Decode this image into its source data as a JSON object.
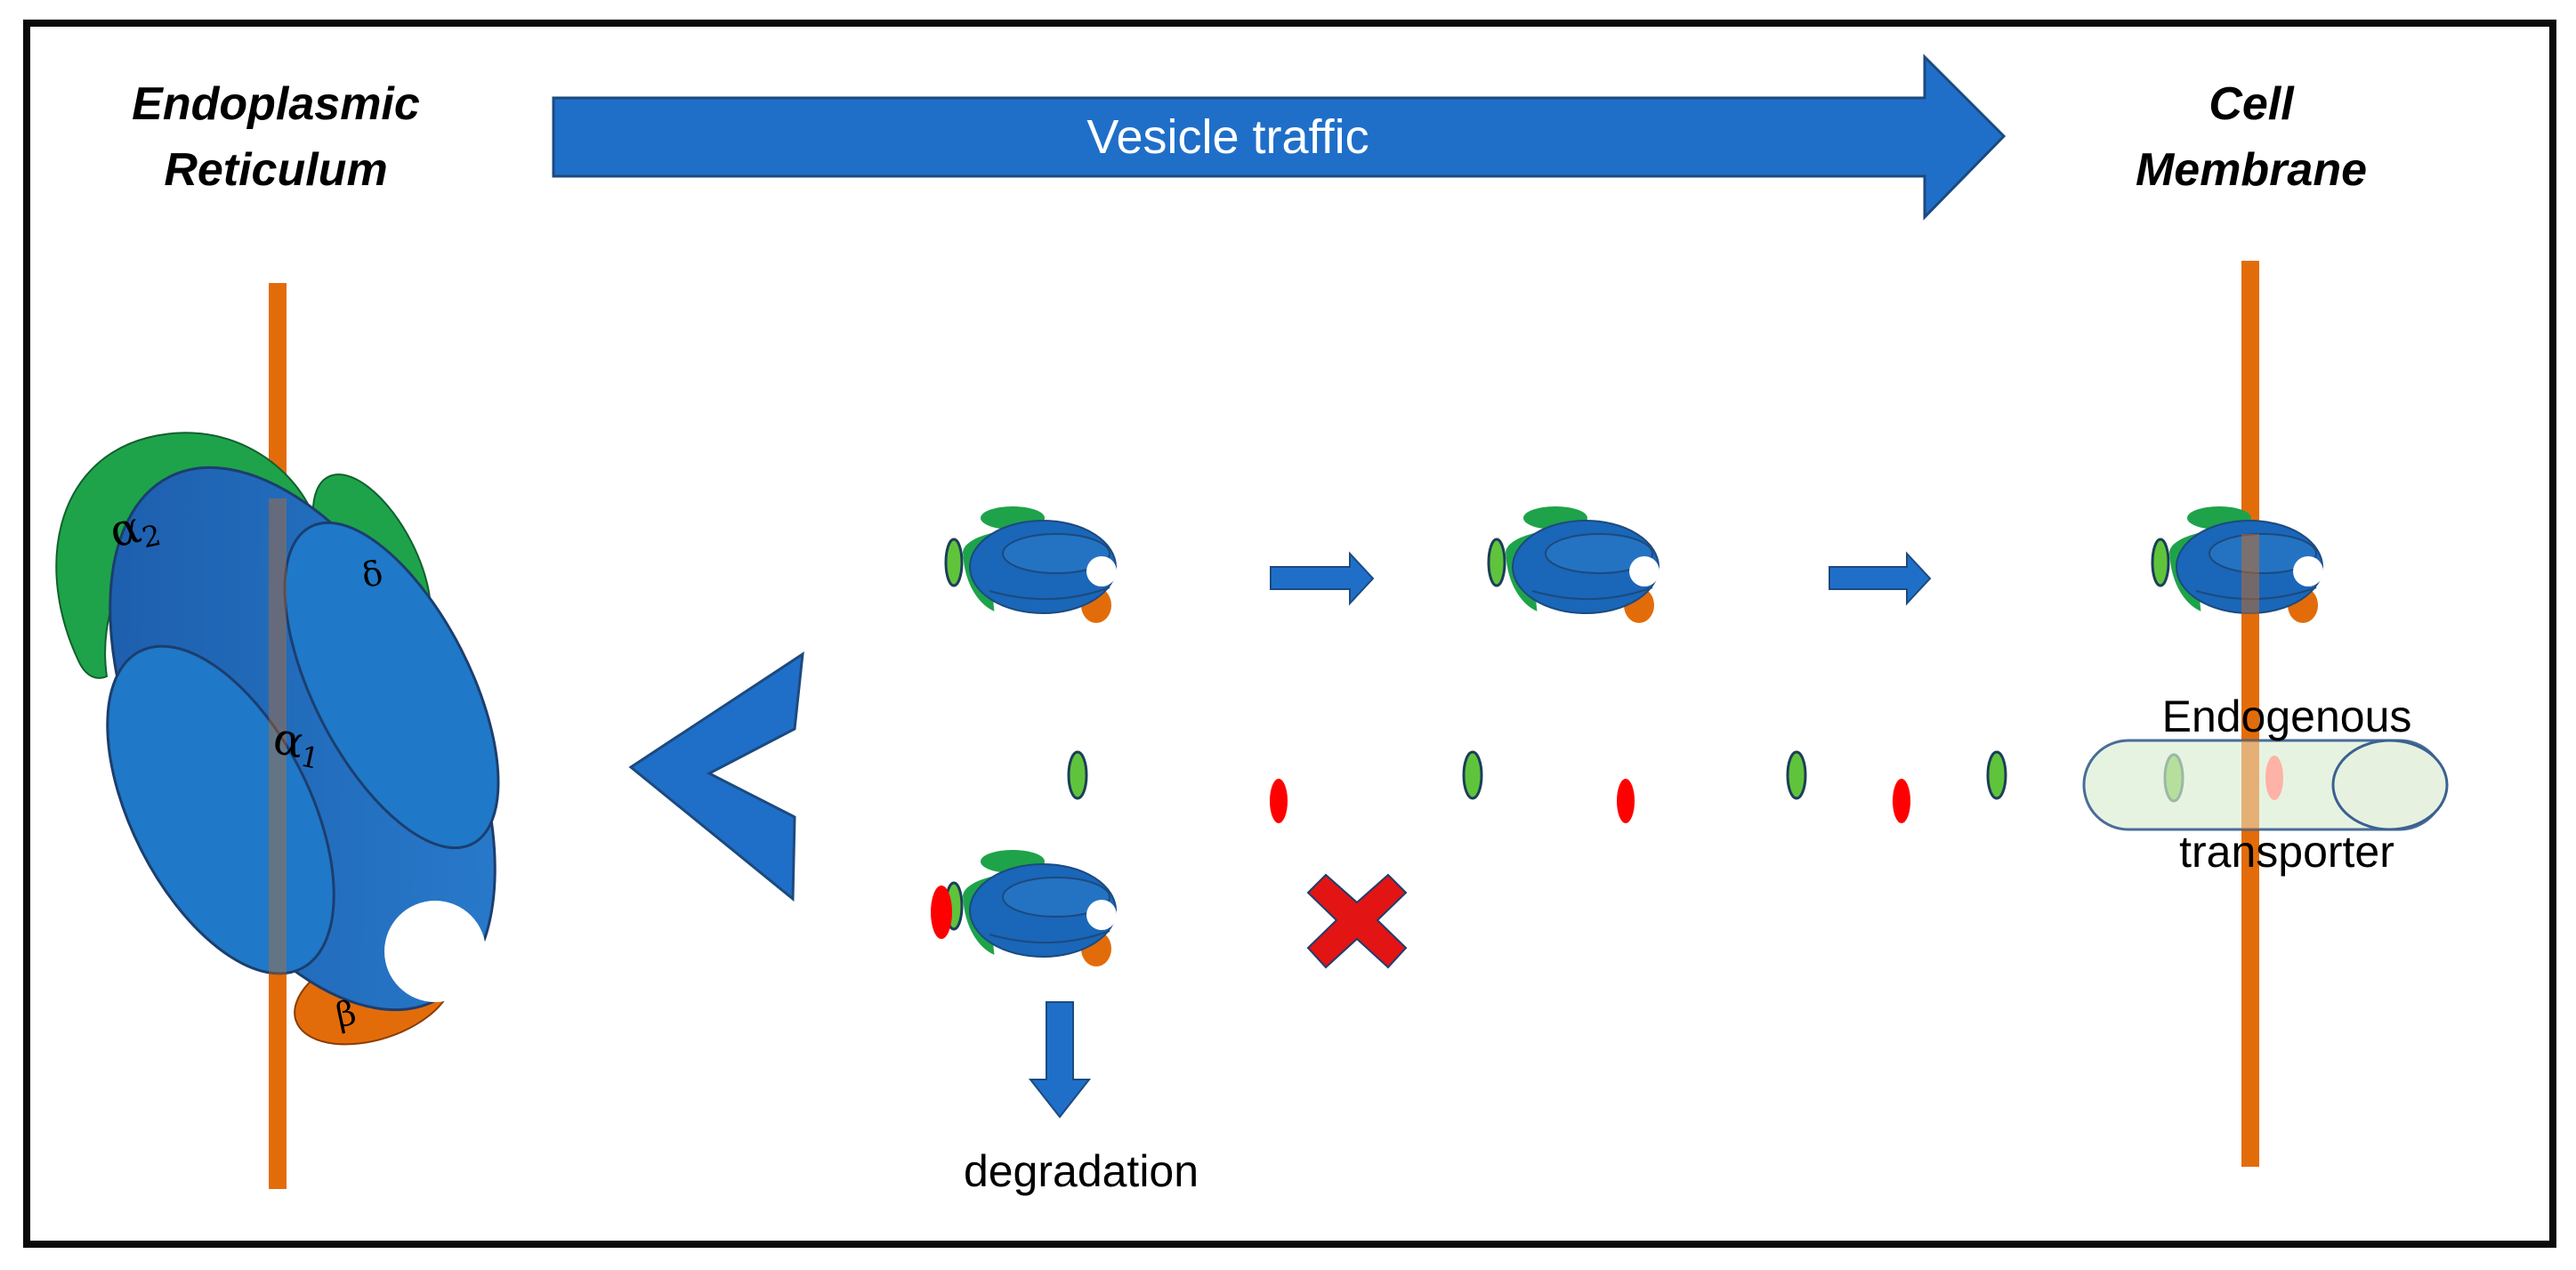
{
  "labels": {
    "er_title": "Endoplasmic\nReticulum",
    "cm_title": "Cell\nMembrane",
    "vesicle_traffic": "Vesicle traffic",
    "degradation": "degradation",
    "endogenous": "Endogenous",
    "transporter": "transporter"
  },
  "subunits": {
    "alpha2": "α",
    "alpha2_sub": "2",
    "alpha1": "α",
    "alpha1_sub": "1",
    "delta": "δ",
    "beta": "β"
  },
  "colors": {
    "border": "#0a0a0a",
    "membrane": "#e36c0a",
    "arrow_blue": "#1f6fc9",
    "arrow_outline": "#1c4a7e",
    "alpha1": "#1a66b8",
    "alpha2": "#1ea34a",
    "beta": "#e36c0a",
    "drug_green": "#5fc43b",
    "drug_red": "#ff0000",
    "transporter_fill": "#e6f2df",
    "transporter_stroke": "#3a6190"
  }
}
